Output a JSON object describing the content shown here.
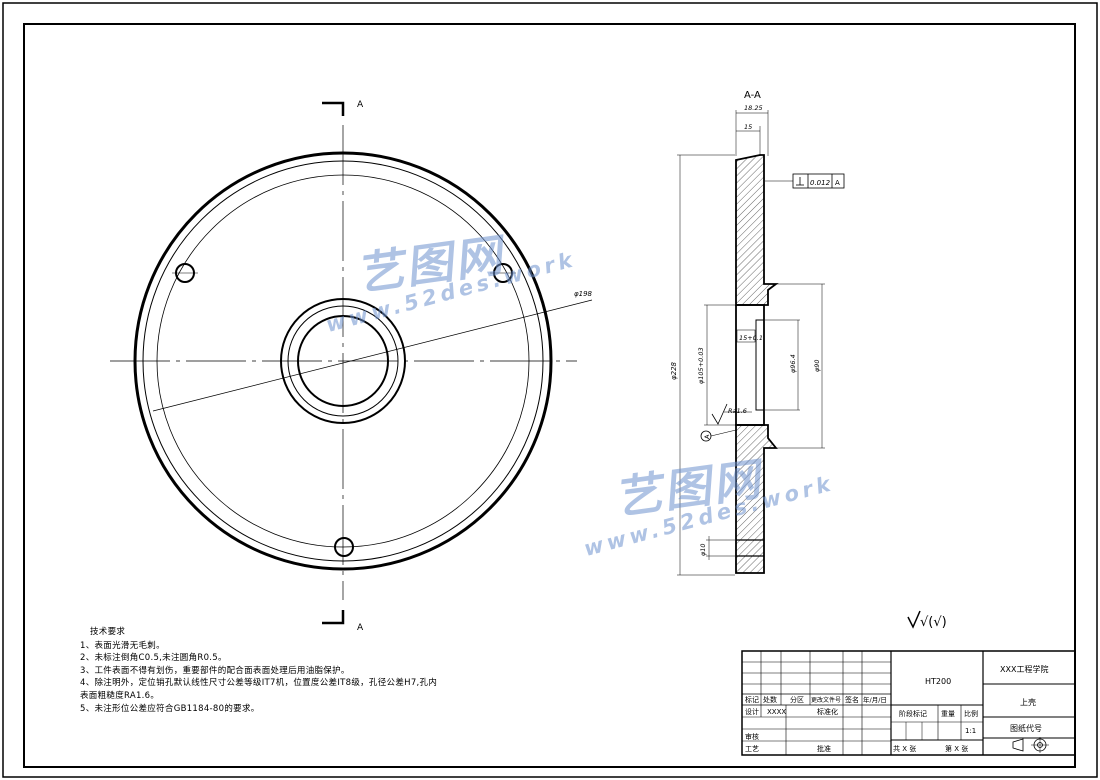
{
  "section_view": {
    "title": "A-A",
    "dim_top_overall": "18.25",
    "dim_top_web": "15",
    "dim_outer_dia": "φ228",
    "dim_bore_tol": "φ105+0.03",
    "dim_hole": "φ96.4",
    "dim_boss_dia": "φ90",
    "dim_chamfer_depth": "15+0.1",
    "dim_small_hole": "φ10",
    "roughness_inner": "Ra1.6",
    "tolerance_value": "0.012",
    "tolerance_datum": "A"
  },
  "front_view": {
    "section_mark_top": "A",
    "section_mark_bottom": "A",
    "dim_bolt_circle": "φ198"
  },
  "surface_finish_general": "√(√)",
  "tech_requirements": {
    "title": "技术要求",
    "items": [
      "1、表面光滑无毛刺。",
      "2、未标注倒角C0.5,未注圆角R0.5。",
      "3、工件表面不得有划伤，重要部件的配合面表面处理后用油脂保护。",
      "4、除注明外，定位销孔默认线性尺寸公差等级IT7机，位置度公差IT8级，孔径公差H7,孔内表面粗糙度RA1.6。",
      "5、未注形位公差应符合GB1184-80的要求。"
    ]
  },
  "title_block": {
    "material": "HT200",
    "school": "XXX工程学院",
    "part_name": "上壳",
    "drawing_no": "图纸代号",
    "labels": {
      "mark": "标记",
      "count": "处数",
      "zone": "分区",
      "change_doc": "更改文件号",
      "sign": "签名",
      "date": "年/月/日",
      "design": "设计",
      "design_name": "XXXX",
      "standardize": "标准化",
      "stage_mark": "阶段标记",
      "weight": "重量",
      "scale": "比例",
      "scale_value": "1:1",
      "check": "审核",
      "process": "工艺",
      "approve": "批准",
      "total": "共  X  张",
      "sheet": "第  X  张"
    }
  },
  "watermark": {
    "brand": "艺图网",
    "url": "www.52des.work"
  }
}
